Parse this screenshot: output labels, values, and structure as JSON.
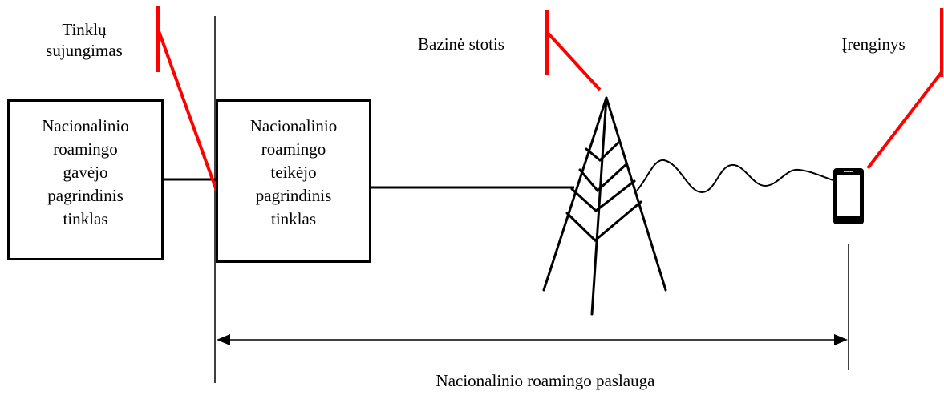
{
  "labels": {
    "interconnect": [
      "Tinklų",
      "sujungimas"
    ],
    "base_station": "Bazinė stotis",
    "device": "Įrenginys",
    "service": "Nacionalinio roamingo paslauga"
  },
  "boxes": {
    "receiver_network": [
      "Nacionalinio",
      "roamingo",
      "gavėjo",
      "pagrindinis",
      "tinklas"
    ],
    "provider_network": [
      "Nacionalinio",
      "roamingo",
      "teikėjo",
      "pagrindinis",
      "tinklas"
    ]
  },
  "colors": {
    "callout": "#ff0000",
    "line": "#000000"
  },
  "icons": {
    "tower": "cell-tower-icon",
    "device": "mobile-phone-icon"
  }
}
